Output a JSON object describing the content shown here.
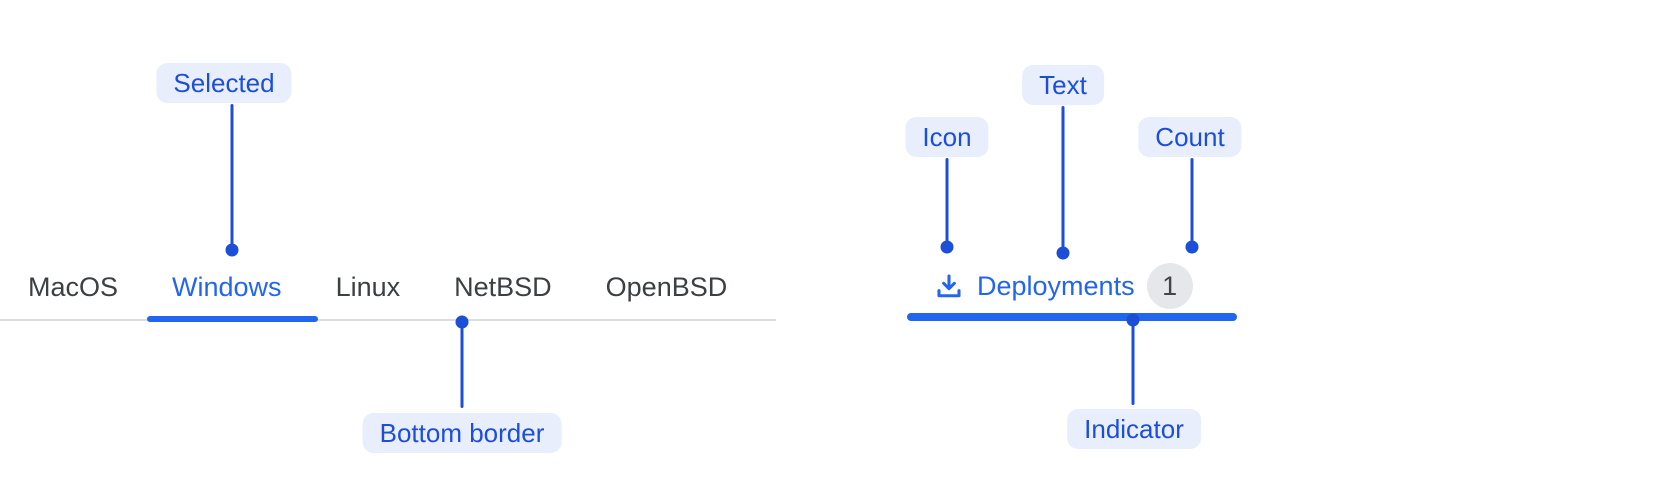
{
  "tabs": {
    "items": [
      {
        "label": "MacOS",
        "selected": false
      },
      {
        "label": "Windows",
        "selected": true
      },
      {
        "label": "Linux",
        "selected": false
      },
      {
        "label": "NetBSD",
        "selected": false
      },
      {
        "label": "OpenBSD",
        "selected": false
      }
    ]
  },
  "right_tab": {
    "icon": "download-icon",
    "label": "Deployments",
    "count": "1"
  },
  "annotations": {
    "selected": "Selected",
    "bottom_border": "Bottom border",
    "icon": "Icon",
    "text": "Text",
    "count": "Count",
    "indicator": "Indicator"
  },
  "colors": {
    "component_blue": "#2265ef",
    "annotation_blue": "#1d4ed8",
    "annotation_pill_bg": "#e8eefc",
    "tab_text_gray": "#3c4043",
    "bottom_border_gray": "#dadce0",
    "badge_bg": "#e5e7ea",
    "badge_text": "#424549"
  }
}
